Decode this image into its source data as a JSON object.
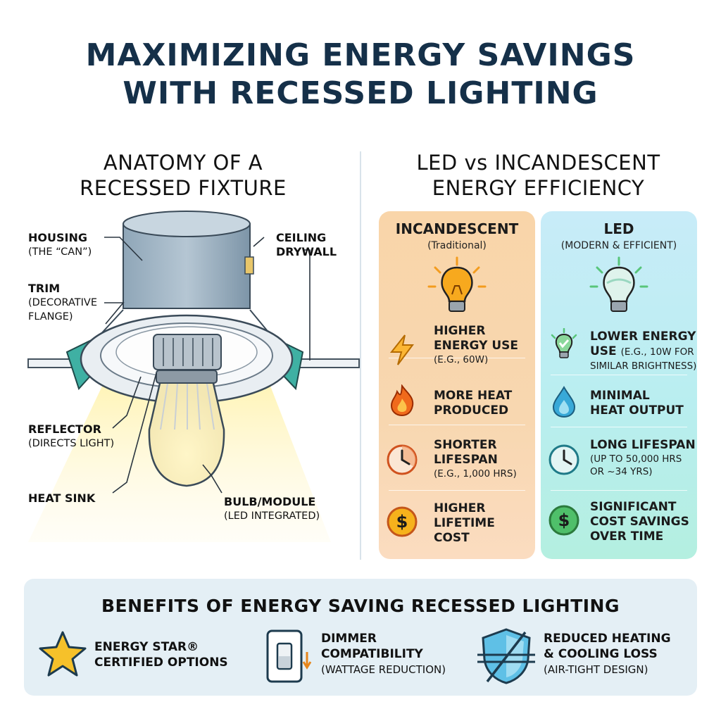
{
  "title": {
    "line1": "MAXIMIZING ENERGY SAVINGS",
    "line2": "WITH RECESSED LIGHTING"
  },
  "anatomy": {
    "heading_line1": "ANATOMY OF A",
    "heading_line2": "RECESSED FIXTURE",
    "labels": {
      "housing": "HOUSING",
      "housing_sub": "(THE “CAN”)",
      "trim": "TRIM",
      "trim_sub1": "(DECORATIVE",
      "trim_sub2": "FLANGE)",
      "ceiling1": "CEILING",
      "ceiling2": "DRYWALL",
      "reflector": "REFLECTOR",
      "reflector_sub": "(DIRECTS LIGHT)",
      "heatsink": "HEAT SINK",
      "bulb": "BULB/MODULE",
      "bulb_sub": "(LED INTEGRATED)"
    }
  },
  "comparison": {
    "heading_line1": "LED vs INCANDESCENT",
    "heading_line2": "ENERGY EFFICIENCY",
    "incandescent": {
      "title": "INCANDESCENT",
      "subtitle": "(Traditional)",
      "rows": [
        {
          "icon": "lightning-icon",
          "l1": "HIGHER",
          "l2": "ENERGY USE",
          "sub": "(E.G., 60W)"
        },
        {
          "icon": "flame-icon",
          "l1": "MORE HEAT",
          "l2": "PRODUCED",
          "sub": ""
        },
        {
          "icon": "clock-icon",
          "l1": "SHORTER",
          "l2": "LIFESPAN",
          "sub": "(E.G., 1,000 HRS)"
        },
        {
          "icon": "dollar-icon",
          "l1": "HIGHER",
          "l2": "LIFETIME",
          "l3": "COST"
        }
      ]
    },
    "led": {
      "title": "LED",
      "subtitle": "(MODERN & EFFICIENT)",
      "rows": [
        {
          "icon": "led-bulb-check-icon",
          "l1": "LOWER ENERGY",
          "l2": "USE",
          "l2sub": "(E.G., 10W FOR",
          "sub": "SIMILAR BRIGHTNESS)"
        },
        {
          "icon": "water-drop-icon",
          "l1": "MINIMAL",
          "l2": "HEAT OUTPUT",
          "sub": ""
        },
        {
          "icon": "clock-icon",
          "l1": "LONG LIFESPAN",
          "sub1": "(UP TO 50,000 HRS",
          "sub2": "OR ~34 YRS)"
        },
        {
          "icon": "dollar-icon",
          "l1": "SIGNIFICANT",
          "l2": "COST SAVINGS",
          "l3": "OVER TIME"
        }
      ]
    }
  },
  "benefits": {
    "title": "BENEFITS OF ENERGY SAVING RECESSED LIGHTING",
    "items": [
      {
        "icon": "star-icon",
        "l1": "ENERGY STAR®",
        "l2": "CERTIFIED OPTIONS"
      },
      {
        "icon": "dimmer-switch-icon",
        "l1": "DIMMER",
        "l2": "COMPATIBILITY",
        "sub": "(WATTAGE REDUCTION)"
      },
      {
        "icon": "shield-icon",
        "l1": "REDUCED HEATING",
        "l2": "& COOLING LOSS",
        "sub": "(AIR-TIGHT DESIGN)"
      }
    ]
  },
  "colors": {
    "title": "#153049",
    "incandescent_panel": "#f9d5a9",
    "led_panel": "#c3ecf3",
    "benefits_bg": "#e4eff5"
  }
}
